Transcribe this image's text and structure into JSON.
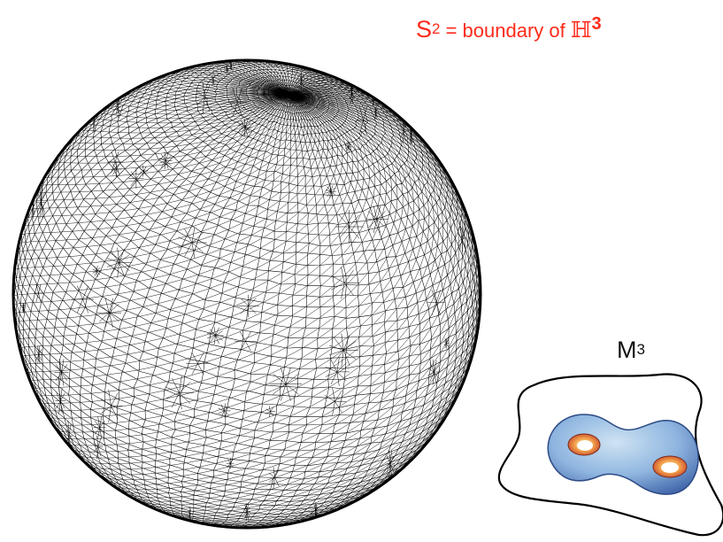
{
  "caption_sphere": {
    "prefix": "S",
    "prefix_exp": "2",
    "text": " = boundary of ",
    "space_symbol": "ℍ",
    "space_exp": "3"
  },
  "caption_manifold": {
    "symbol": "M",
    "exp": "3"
  },
  "colors": {
    "caption": "#ff2a1a",
    "mesh": "#000000",
    "surface_light": "#a9cde8",
    "surface_mid": "#5b86c8",
    "surface_hot": "#e0563a"
  },
  "icons": [
    "triangulated-sphere",
    "genus-two-surface",
    "boundary-curve"
  ]
}
